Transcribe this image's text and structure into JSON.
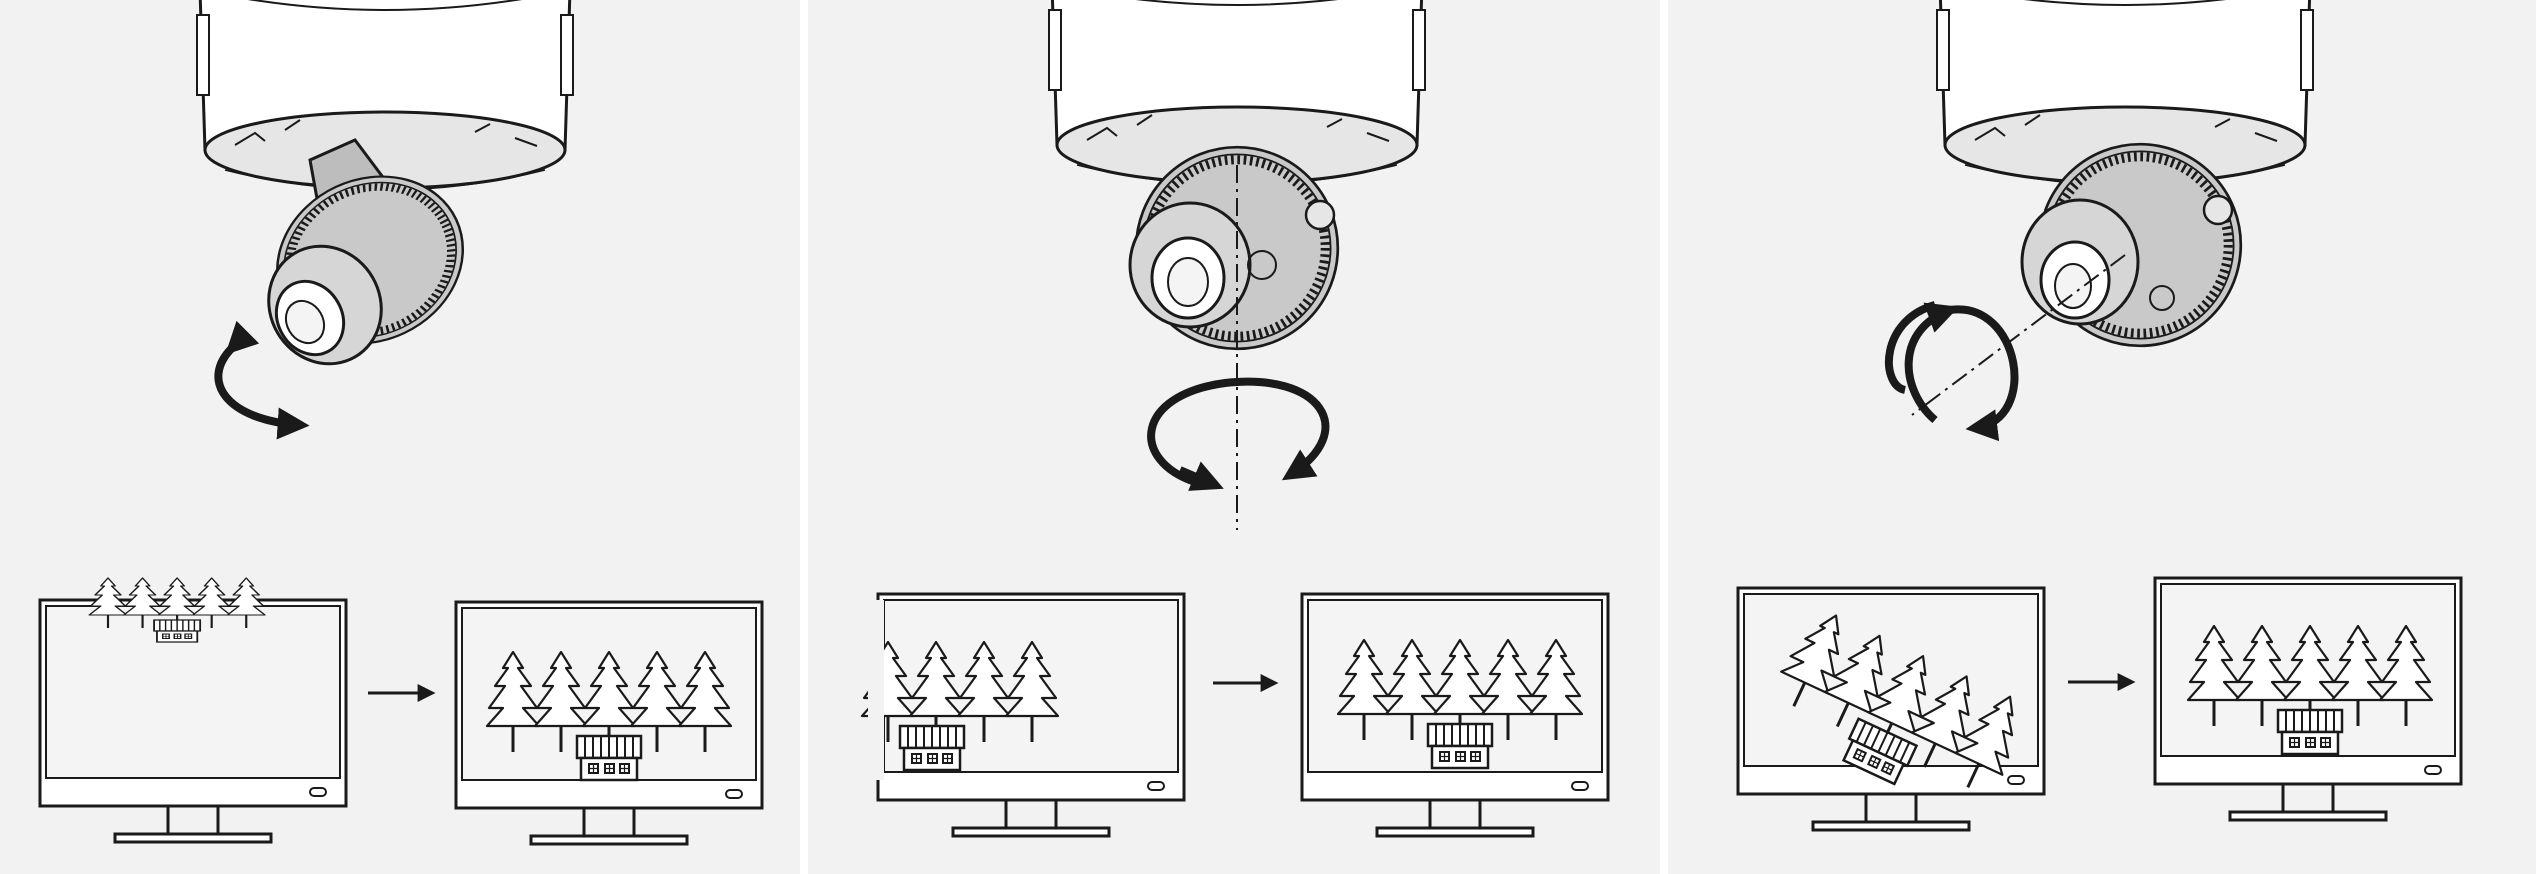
{
  "figure": {
    "panels": [
      {
        "id": "tilt",
        "motion": "tilt",
        "arrow_icon": "curved-double-arrow-icon"
      },
      {
        "id": "pan",
        "motion": "pan",
        "arrow_icon": "circular-rotation-arrow-icon"
      },
      {
        "id": "rotate",
        "motion": "rotate",
        "arrow_icon": "circular-rotation-arrow-icon"
      }
    ],
    "colors": {
      "background": "#f2f2f2",
      "line": "#1a1a1a",
      "camera_gray": "#c9c9c9",
      "camera_dark": "#9a9a9a",
      "screen_fill": "#f2f2f2"
    }
  }
}
